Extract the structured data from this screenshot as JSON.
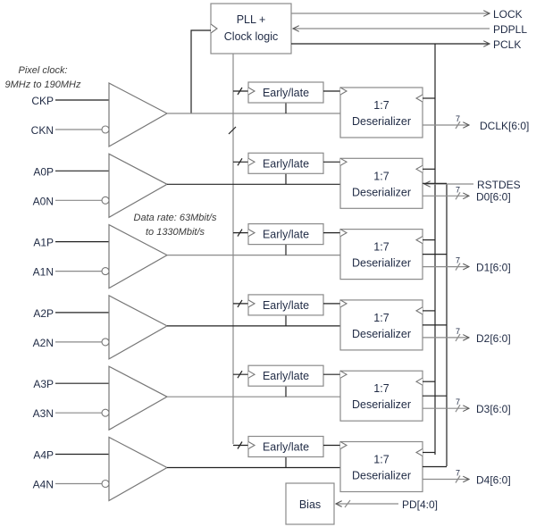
{
  "diagram": {
    "pll_block": {
      "line1": "PLL +",
      "line2": "Clock logic"
    },
    "pll_outputs": [
      {
        "label": "LOCK",
        "direction": "out"
      },
      {
        "label": "PDPLL",
        "direction": "in"
      },
      {
        "label": "PCLK",
        "direction": "out"
      }
    ],
    "annotations": {
      "pixel_clock_line1": "Pixel clock:",
      "pixel_clock_line2": "9MHz to 190MHz",
      "data_rate_line1": "Data rate: 63Mbit/s",
      "data_rate_line2": "to 1330Mbit/s"
    },
    "channels": [
      {
        "p": "CKP",
        "n": "CKN",
        "early_late": "Early/late",
        "deser1": "1:7",
        "deser2": "Deserializer",
        "output": "DCLK[6:0]",
        "bus_width": "7"
      },
      {
        "p": "A0P",
        "n": "A0N",
        "early_late": "Early/late",
        "deser1": "1:7",
        "deser2": "Deserializer",
        "output": "D0[6:0]",
        "bus_width": "7"
      },
      {
        "p": "A1P",
        "n": "A1N",
        "early_late": "Early/late",
        "deser1": "1:7",
        "deser2": "Deserializer",
        "output": "D1[6:0]",
        "bus_width": "7"
      },
      {
        "p": "A2P",
        "n": "A2N",
        "early_late": "Early/late",
        "deser1": "1:7",
        "deser2": "Deserializer",
        "output": "D2[6:0]",
        "bus_width": "7"
      },
      {
        "p": "A3P",
        "n": "A3N",
        "early_late": "Early/late",
        "deser1": "1:7",
        "deser2": "Deserializer",
        "output": "D3[6:0]",
        "bus_width": "7"
      },
      {
        "p": "A4P",
        "n": "A4N",
        "early_late": "Early/late",
        "deser1": "1:7",
        "deser2": "Deserializer",
        "output": "D4[6:0]",
        "bus_width": "7"
      }
    ],
    "reset_signal": "RSTDES",
    "bias_block": {
      "label": "Bias",
      "input": "PD[4:0]"
    }
  }
}
